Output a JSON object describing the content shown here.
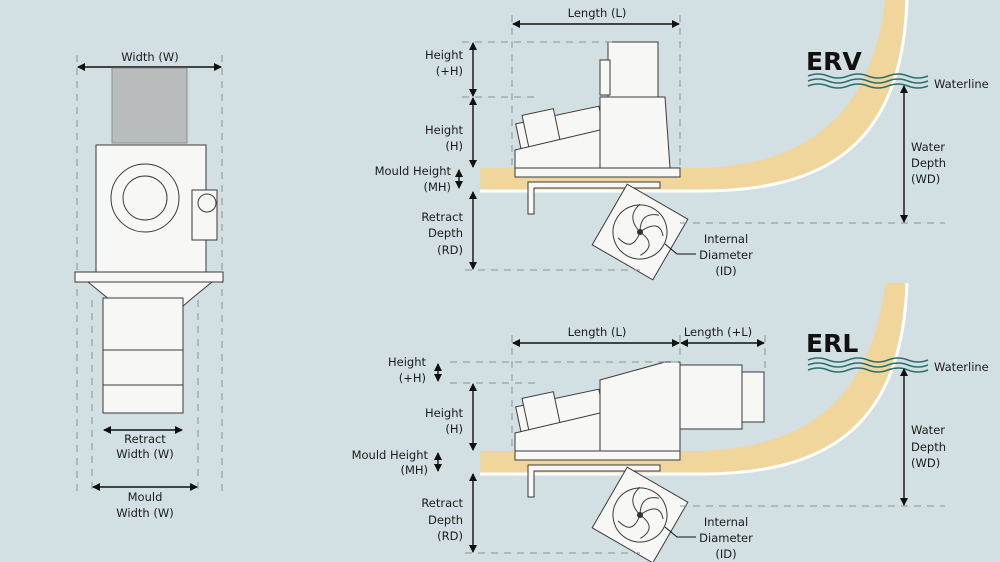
{
  "front_view": {
    "width_label": "Width (W)",
    "retract_width": [
      "Retract",
      "Width (W)"
    ],
    "mould_width": [
      "Mould",
      "Width (W)"
    ]
  },
  "erv": {
    "title": "ERV",
    "length": "Length (L)",
    "height_plus": [
      "Height",
      "(+H)"
    ],
    "height": [
      "Height",
      "(H)"
    ],
    "mould_height": [
      "Mould Height",
      "(MH)"
    ],
    "retract_depth": [
      "Retract",
      "Depth",
      "(RD)"
    ],
    "internal_diameter": [
      "Internal",
      "Diameter",
      "(ID)"
    ],
    "waterline": "Waterline",
    "water_depth": [
      "Water",
      "Depth",
      "(WD)"
    ]
  },
  "erl": {
    "title": "ERL",
    "length": "Length (L)",
    "length_plus": "Length (+L)",
    "height_plus": [
      "Height",
      "(+H)"
    ],
    "height": [
      "Height",
      "(H)"
    ],
    "mould_height": [
      "Mould Height",
      "(MH)"
    ],
    "retract_depth": [
      "Retract",
      "Depth",
      "(RD)"
    ],
    "internal_diameter": [
      "Internal",
      "Diameter",
      "(ID)"
    ],
    "waterline": "Waterline",
    "water_depth": [
      "Water",
      "Depth",
      "(WD)"
    ]
  },
  "colors": {
    "background": "#d3e0e3",
    "hull": "#f1d69b",
    "water": "#2b6e70"
  }
}
